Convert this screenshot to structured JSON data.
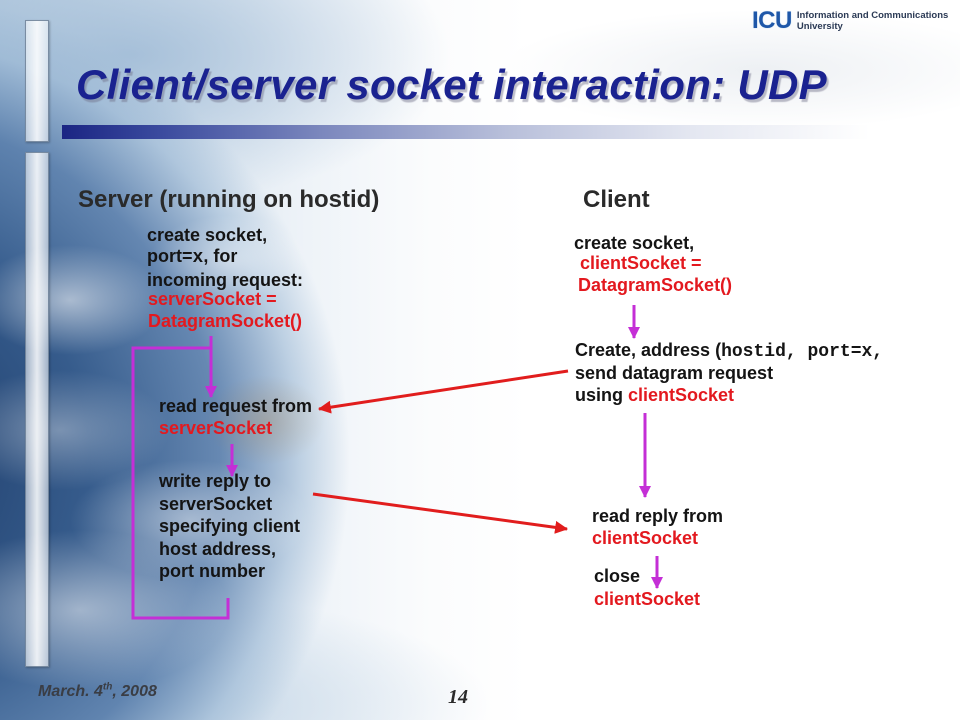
{
  "header": {
    "title": "Client/server socket interaction: UDP",
    "logo": {
      "mark": "ICU",
      "line1": "Information and Communications",
      "line2": "University"
    }
  },
  "server": {
    "heading": "Server (running on hostid)",
    "create_step": {
      "line1": "create socket,",
      "port_prefix": "port=",
      "port_value": "x",
      "port_suffix": ", for",
      "line3": "incoming request:",
      "code_line1": "serverSocket =",
      "code_line2": "DatagramSocket()"
    },
    "read_step": {
      "text": "read request from",
      "socket": "serverSocket"
    },
    "write_step": {
      "text": "write reply to",
      "socket": "serverSocket",
      "detail1": "specifying client",
      "detail2": "host address,",
      "detail3": "port number"
    }
  },
  "client": {
    "heading": "Client",
    "create_step": {
      "line1": "create socket,",
      "code_line1": "clientSocket =",
      "code_line2": "DatagramSocket()"
    },
    "send_step": {
      "address_prefix": "Create, address (",
      "address_value": "hostid, port=x,",
      "line2": "send datagram request",
      "using_prefix": "using ",
      "socket": "clientSocket"
    },
    "read_step": {
      "text": "read reply from",
      "socket": "clientSocket"
    },
    "close_step": {
      "text": "close",
      "socket": "clientSocket"
    }
  },
  "footer": {
    "date_prefix": "March. 4",
    "date_ordinal": "th",
    "date_rest": ", 2008",
    "page_number": "14"
  },
  "colors": {
    "title_blue": "#1a2290",
    "code_red": "#e3191f",
    "flow_arrow": "#c42fd6",
    "message_arrow": "#e11d1d",
    "body_text": "#141414",
    "heading_text": "#2a2a2a"
  }
}
